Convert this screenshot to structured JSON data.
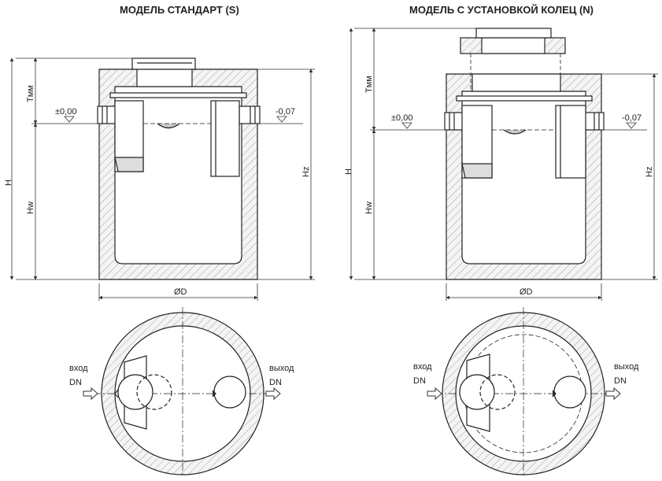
{
  "titles": {
    "left": "МОДЕЛЬ СТАНДАРТ (S)",
    "right": "МОДЕЛЬ С УСТАНОВКОЙ КОЛЕЦ (N)"
  },
  "labels": {
    "H": "H",
    "Tmm": "Tмм",
    "Hw": "Hw",
    "Hz": "Hz",
    "diameter": "ØD",
    "level_zero": "±0,00",
    "level_out": "-0,07",
    "inlet": "вход",
    "outlet": "выход",
    "dn": "DN"
  },
  "colors": {
    "line": "#222222",
    "hatch": "#8a8a8a",
    "wall_fill": "#f4f4f4",
    "dim": "#333333"
  }
}
